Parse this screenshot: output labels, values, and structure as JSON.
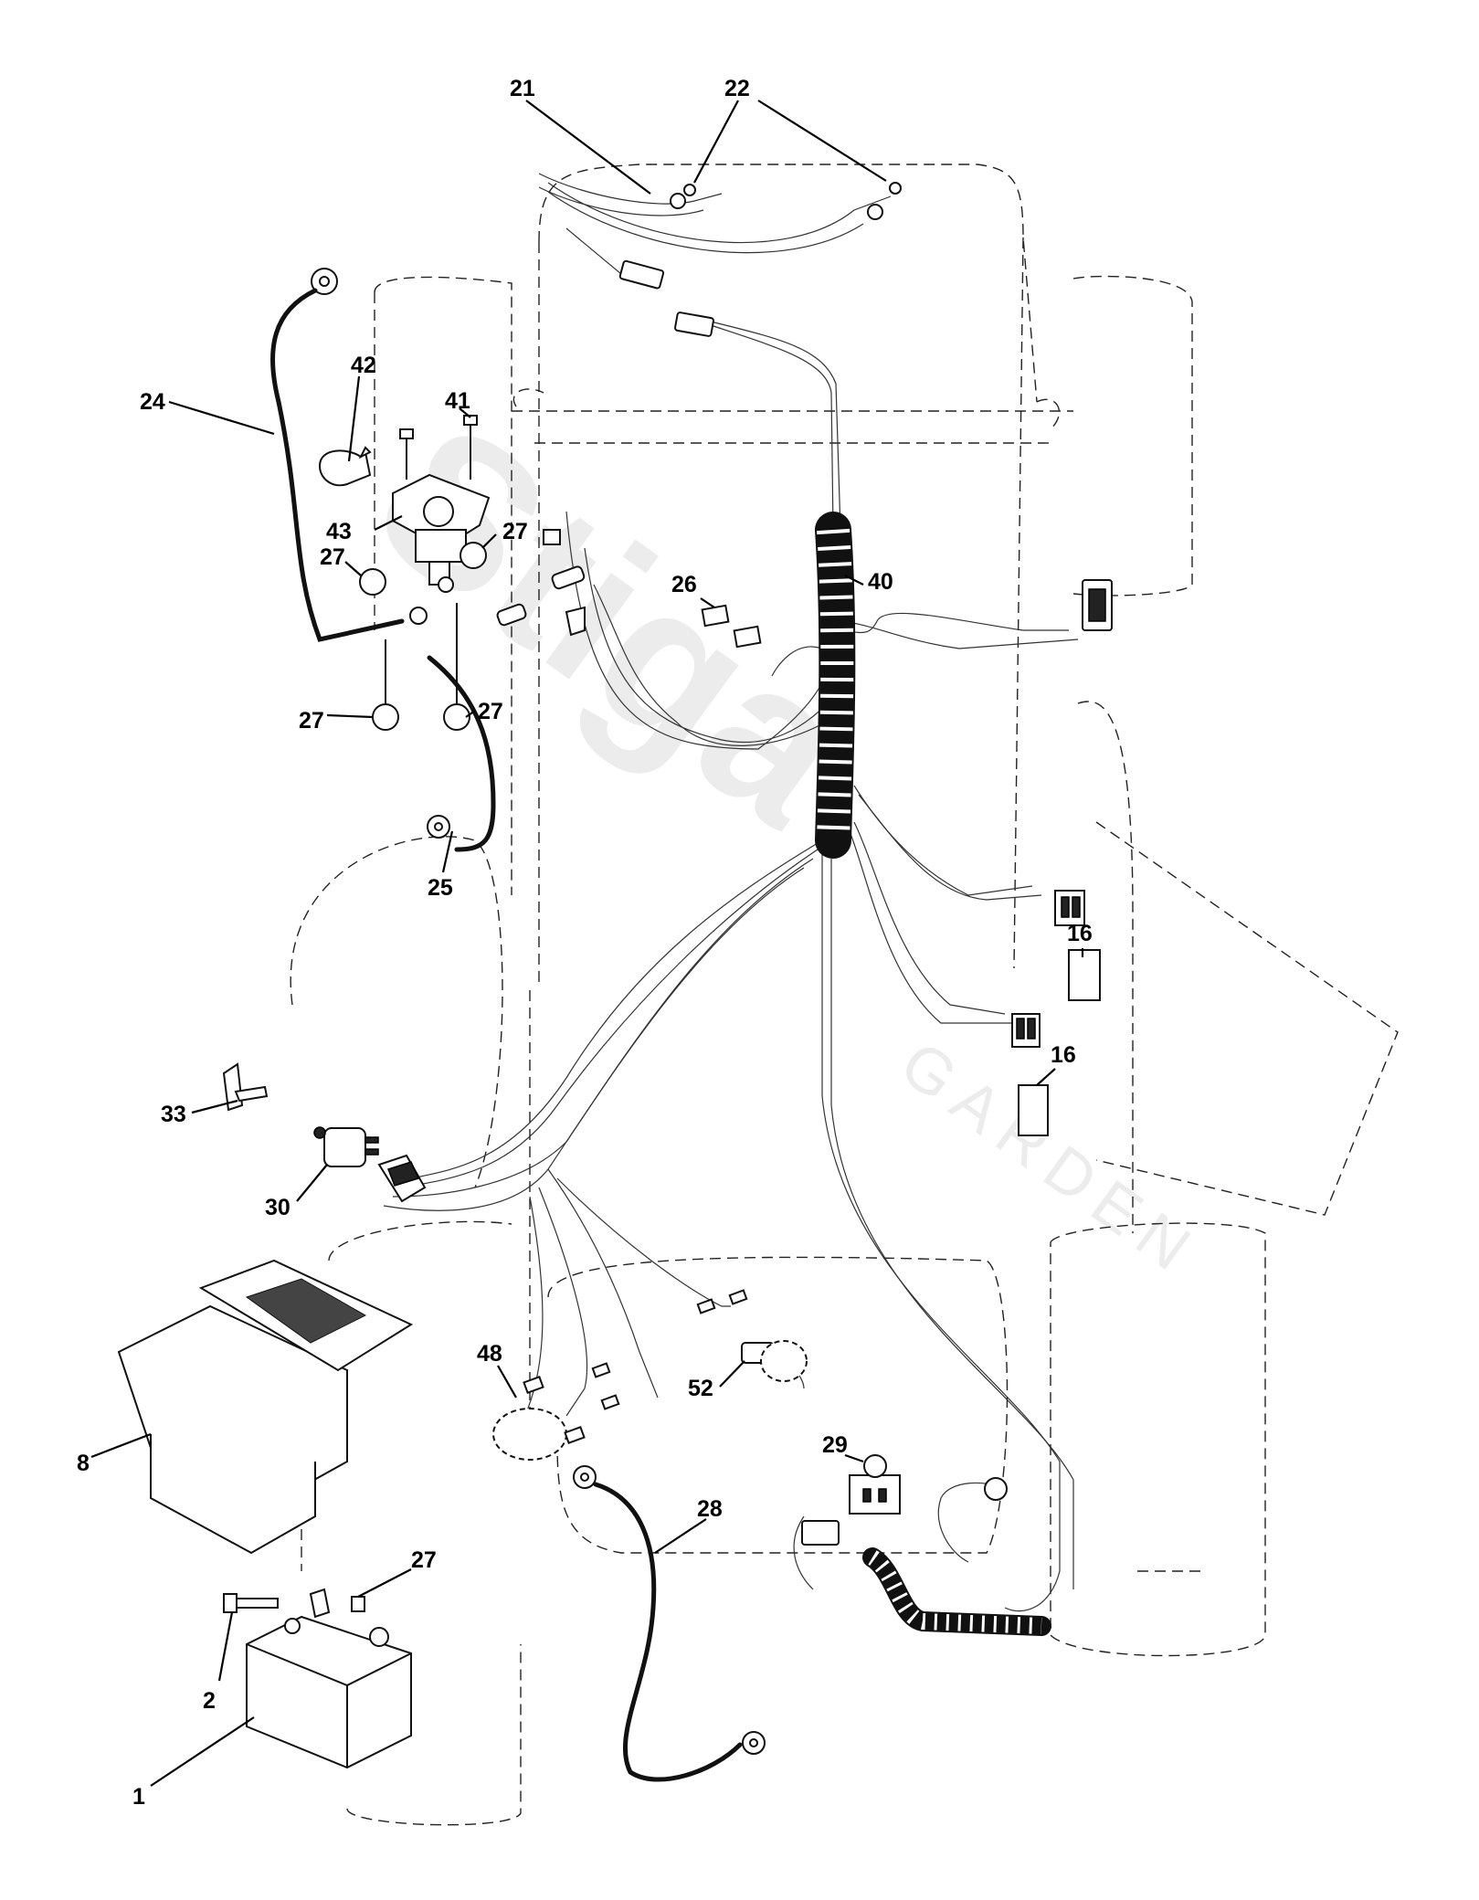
{
  "watermark": {
    "brand": "Stiga",
    "sub": "GARDEN"
  },
  "callouts": [
    "21",
    "22",
    "24",
    "42",
    "41",
    "43",
    "27",
    "27",
    "27",
    "27",
    "26",
    "40",
    "25",
    "16",
    "16",
    "33",
    "30",
    "8",
    "48",
    "52",
    "29",
    "28",
    "27",
    "2",
    "1"
  ]
}
